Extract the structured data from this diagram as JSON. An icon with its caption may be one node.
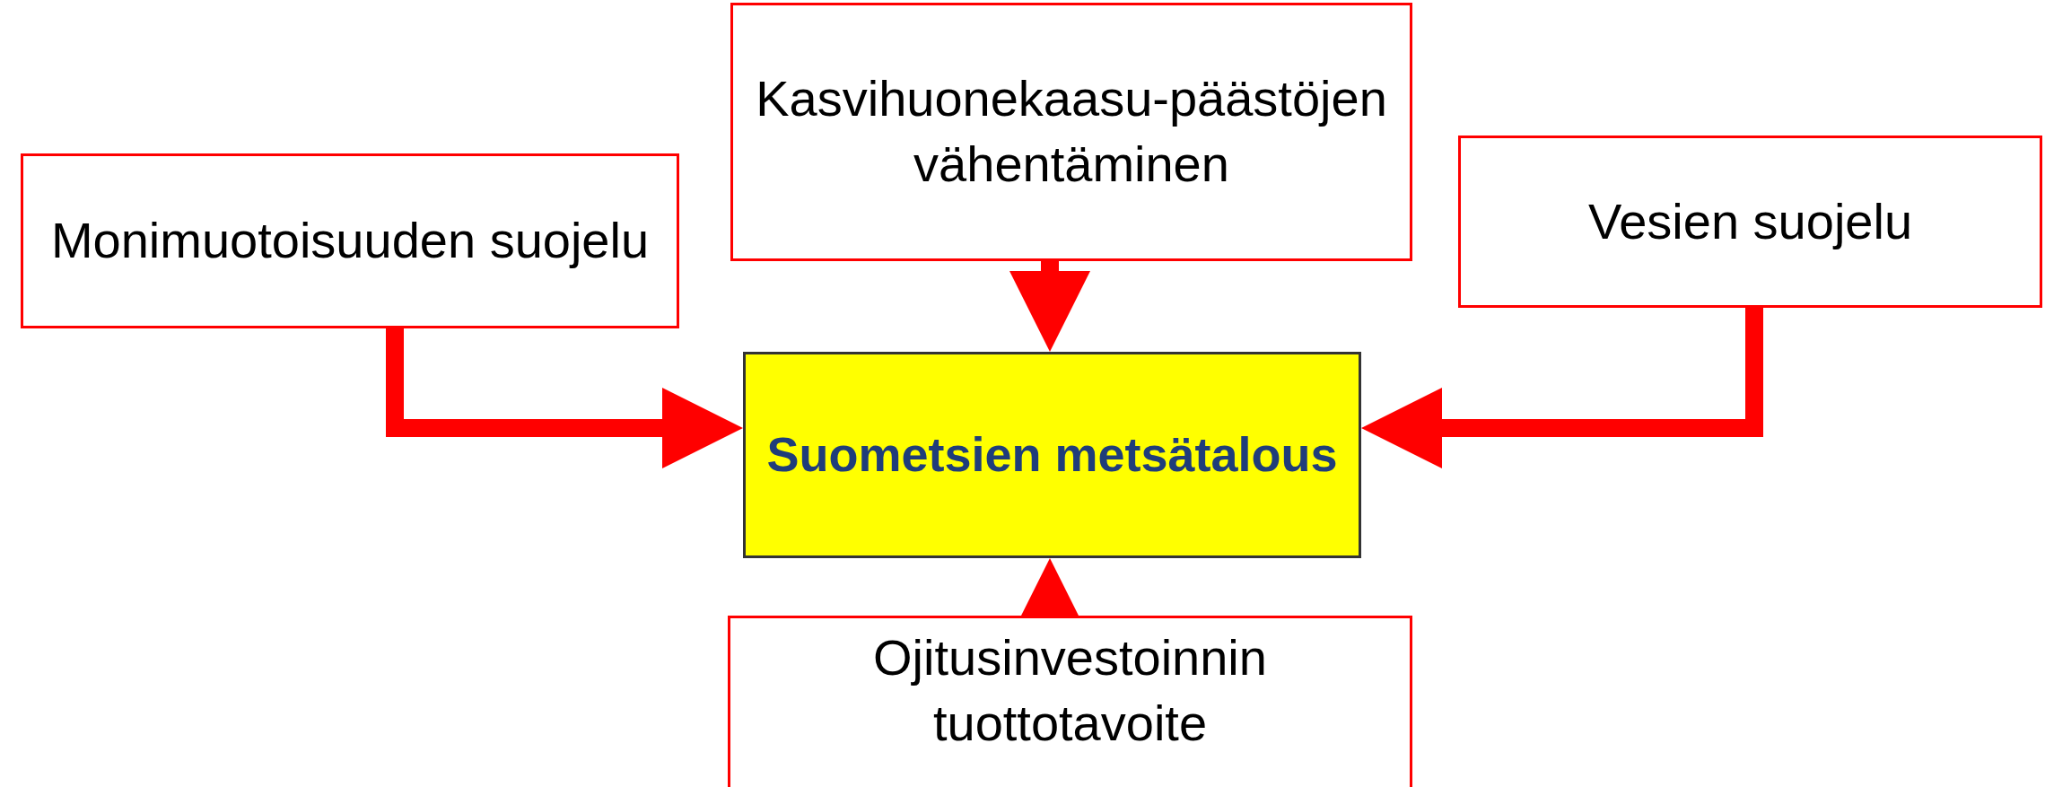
{
  "diagram": {
    "nodes": [
      {
        "text": [
          "Monimuotoisuuden suojelu"
        ]
      },
      {
        "text": [
          "Kasvihuonekaasu-päästöjen vähentäminen"
        ]
      },
      {
        "text": [
          "Vesien suojelu"
        ]
      },
      {
        "text": [
          "Suometsien metsätalous"
        ]
      },
      {
        "text": [
          "Ojitusinvestoinnin tuottotavoite"
        ]
      }
    ],
    "edges": [
      {
        "from": 0,
        "to": 3,
        "arrow": "to"
      },
      {
        "from": 1,
        "to": 3,
        "arrow": "to"
      },
      {
        "from": 2,
        "to": 3,
        "arrow": "to"
      },
      {
        "from": 4,
        "to": 3,
        "arrow": "to"
      }
    ]
  }
}
